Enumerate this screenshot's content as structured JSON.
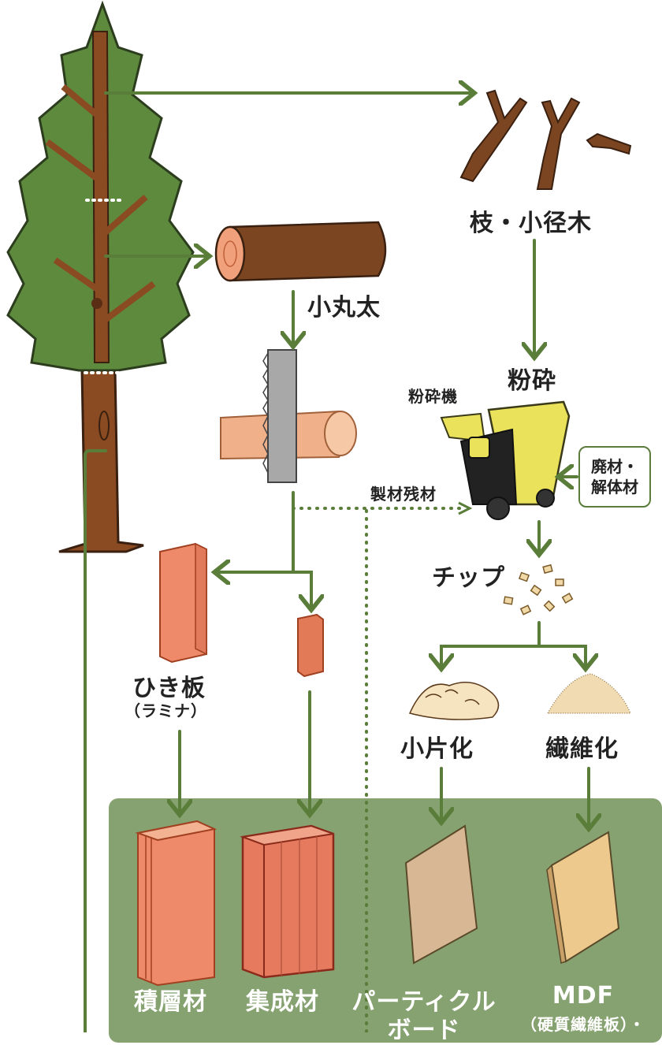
{
  "labels": {
    "branches": "枝・小径木",
    "small_log": "小丸太",
    "crushing": "粉砕",
    "crusher": "粉砕機",
    "waste_line1": "廃材・",
    "waste_line2": "解体材",
    "sawmill_residue": "製材残材",
    "chip": "チップ",
    "sawn_board": "ひき板",
    "lamina": "（ラミナ）",
    "flaking": "小片化",
    "fiberizing": "繊維化"
  },
  "products": {
    "lvl": "積層材",
    "glulam": "集成材",
    "particleboard_line1": "パーティクル",
    "particleboard_line2": "ボード",
    "mdf": "MDF",
    "mdf_sub": "（硬質繊維板）・"
  },
  "colors": {
    "arrow_green": "#5a7e3a",
    "panel_green": "#87a271",
    "foliage": "#5e8a3e",
    "trunk": "#8a4a22",
    "wood_pink": "#ee8a6a",
    "crusher_yellow": "#e9e25a"
  }
}
